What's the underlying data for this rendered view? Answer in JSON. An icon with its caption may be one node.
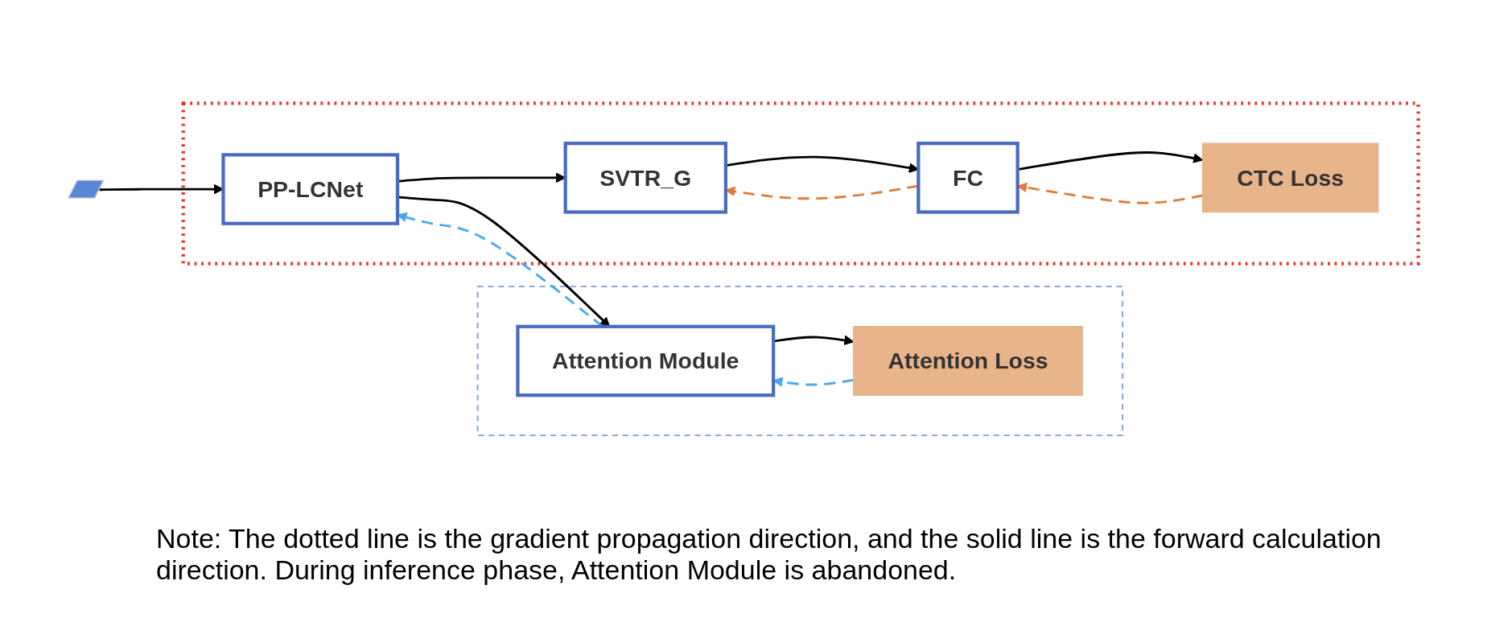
{
  "diagram": {
    "nodes": [
      {
        "text": [],
        "shape": "picture"
      },
      {
        "text": [],
        "shape": "box"
      },
      {
        "text": [
          "Attention Module"
        ],
        "in": 1
      },
      {
        "text": [
          "Attention Loss"
        ],
        "in": 1
      },
      {
        "text": [],
        "shape": "box"
      },
      {
        "text": [
          "PP-LCNet"
        ],
        "in": 4
      },
      {
        "text": [
          "SVTR_G"
        ],
        "in": 4
      },
      {
        "text": [
          "FC"
        ],
        "in": 4
      },
      {
        "text": [
          "CTC Loss"
        ],
        "in": 4
      }
    ],
    "edges": [
      {
        "from": 0,
        "to": 5,
        "arrow": "to"
      },
      {
        "from": 5,
        "to": 6,
        "arrow": "to"
      },
      {
        "from": 5,
        "to": 2,
        "arrow": "to"
      },
      {
        "from": 2,
        "to": 3,
        "arrow": "to"
      },
      {
        "from": 3,
        "to": 2,
        "arrow": "to",
        "style": "dashed",
        "color": "#4aa8e8"
      },
      {
        "from": 2,
        "to": 5,
        "arrow": "to",
        "style": "dashed",
        "color": "#4aa8e8"
      },
      {
        "from": 6,
        "to": 7,
        "arrow": "to"
      },
      {
        "from": 7,
        "to": 6,
        "arrow": "to",
        "style": "dashed",
        "color": "#e07b3a"
      },
      {
        "from": 7,
        "to": 8,
        "arrow": "to"
      },
      {
        "from": 8,
        "to": 7,
        "arrow": "to",
        "style": "dashed",
        "color": "#e07b3a"
      }
    ],
    "labels": [
      "Note: The dotted line is the gradient propagation direction, and the solid line is the forward calculation direction. During inference phase, Attention Module is abandoned."
    ]
  }
}
